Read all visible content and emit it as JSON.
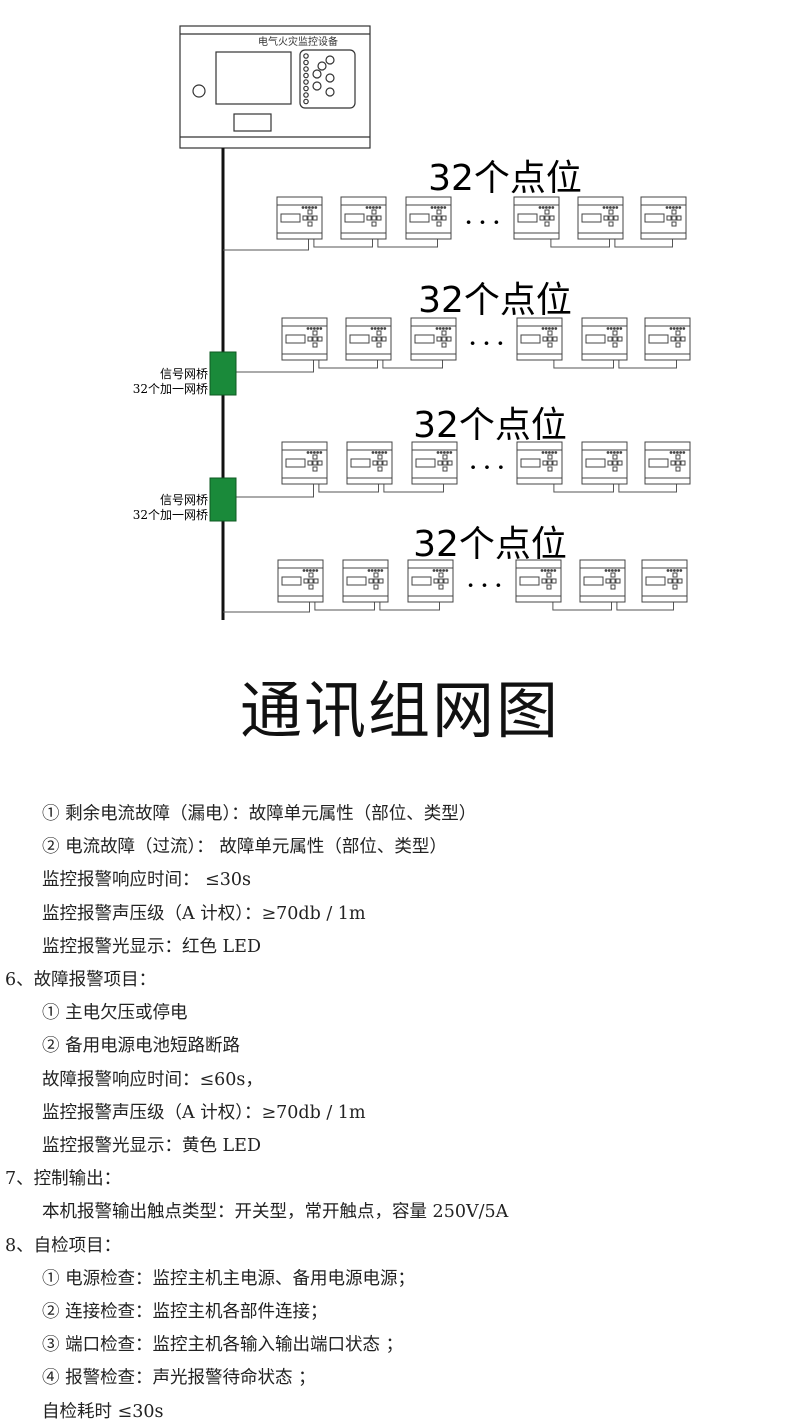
{
  "diagram": {
    "controller_label": "电气火灾监控设备",
    "row_label": "32个点位",
    "bridge_label_1": "信号网桥",
    "bridge_label_2": "32个加一网桥",
    "bridge_color": "#1a8a3a",
    "ellipsis": "·  ·  ·"
  },
  "title": "通讯组网图",
  "lines": [
    {
      "kind": "sub",
      "text": "① 剩余电流故障（漏电）：故障单元属性（部位、类型）"
    },
    {
      "kind": "sub",
      "text": "② 电流故障（过流）：  故障单元属性（部位、类型）"
    },
    {
      "kind": "sub",
      "text": "监控报警响应时间：  ≤30s"
    },
    {
      "kind": "sub",
      "text": "监控报警声压级（A 计权）：≥70db / 1m"
    },
    {
      "kind": "sub",
      "text": "监控报警光显示：红色 LED"
    },
    {
      "kind": "head",
      "text": "6、故障报警项目："
    },
    {
      "kind": "sub",
      "text": "① 主电欠压或停电"
    },
    {
      "kind": "sub",
      "text": "② 备用电源电池短路断路"
    },
    {
      "kind": "sub",
      "text": "故障报警响应时间：≤60s，"
    },
    {
      "kind": "sub",
      "text": "监控报警声压级（A 计权）：≥70db / 1m"
    },
    {
      "kind": "sub",
      "text": "监控报警光显示：黄色 LED"
    },
    {
      "kind": "head",
      "text": "7、控制输出："
    },
    {
      "kind": "sub",
      "text": "本机报警输出触点类型：开关型，常开触点，容量 250V/5A"
    },
    {
      "kind": "head",
      "text": "8、自检项目："
    },
    {
      "kind": "sub",
      "text": "① 电源检查：监控主机主电源、备用电源电源；"
    },
    {
      "kind": "sub",
      "text": "② 连接检查：监控主机各部件连接；"
    },
    {
      "kind": "sub",
      "text": "③ 端口检查：监控主机各输入输出端口状态 ；"
    },
    {
      "kind": "sub",
      "text": "④ 报警检查：声光报警待命状态 ；"
    },
    {
      "kind": "sub",
      "text": "自检耗时 ≤30s"
    }
  ]
}
